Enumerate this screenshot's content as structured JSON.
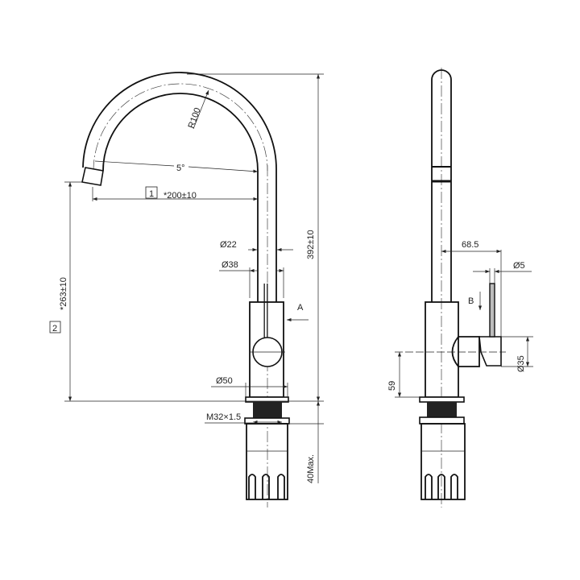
{
  "front_view": {
    "radius_label": "R100",
    "angle_label": "5°",
    "reach_ref": "1",
    "reach_label": "*200±10",
    "height_ref": "2",
    "spout_height_label": "*263±10",
    "total_height_label": "392±10",
    "pipe_dia_label": "Ø22",
    "upper_body_dia_label": "Ø38",
    "body_dia_label": "Ø50",
    "thread_label": "M32×1.5",
    "max_deck_label": "40Max.",
    "view_a_label": "A"
  },
  "side_view": {
    "lever_offset_label": "68.5",
    "lever_dia_label": "Ø5",
    "view_b_label": "B",
    "handle_dia_label": "Ø35",
    "handle_height_label": "59"
  },
  "colors": {
    "line": "#111111",
    "lever_fill": "#bdbdbd"
  }
}
